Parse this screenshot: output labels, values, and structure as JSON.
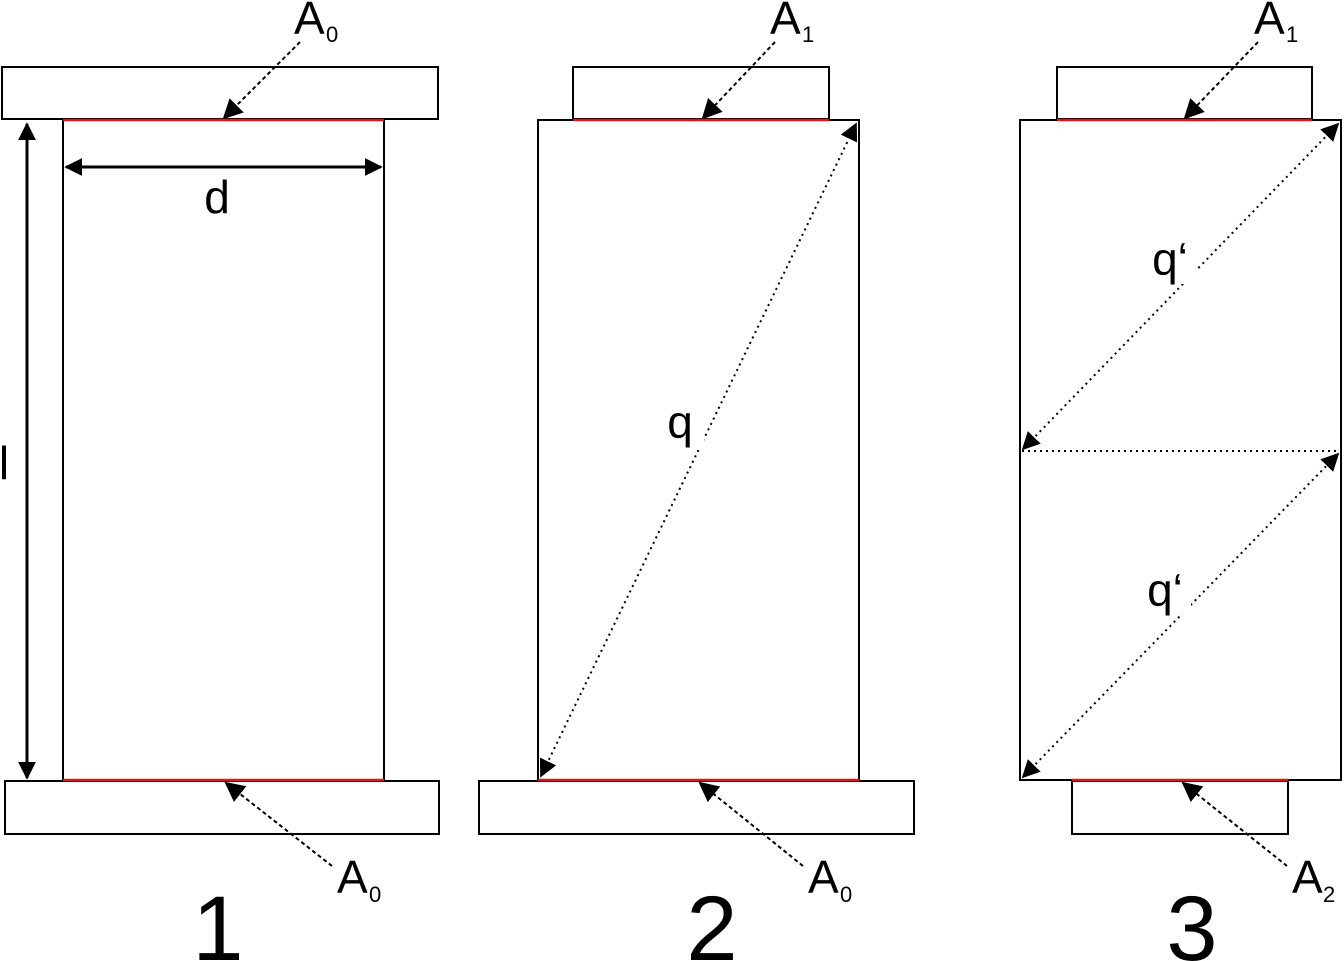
{
  "panels": [
    {
      "number": "1",
      "top_label": {
        "base": "A",
        "sub": "0"
      },
      "bottom_label": {
        "base": "A",
        "sub": "0"
      },
      "width_label": "d",
      "length_label": "l"
    },
    {
      "number": "2",
      "top_label": {
        "base": "A",
        "sub": "1"
      },
      "bottom_label": {
        "base": "A",
        "sub": "0"
      },
      "diagonal_label": "q"
    },
    {
      "number": "3",
      "top_label": {
        "base": "A",
        "sub": "1"
      },
      "bottom_label": {
        "base": "A",
        "sub": "2"
      },
      "diagonal_upper_label": "q‘",
      "diagonal_lower_label": "q‘"
    }
  ],
  "colors": {
    "contact_area": "#e0151b",
    "outline": "#000000",
    "background": "#ffffff"
  }
}
